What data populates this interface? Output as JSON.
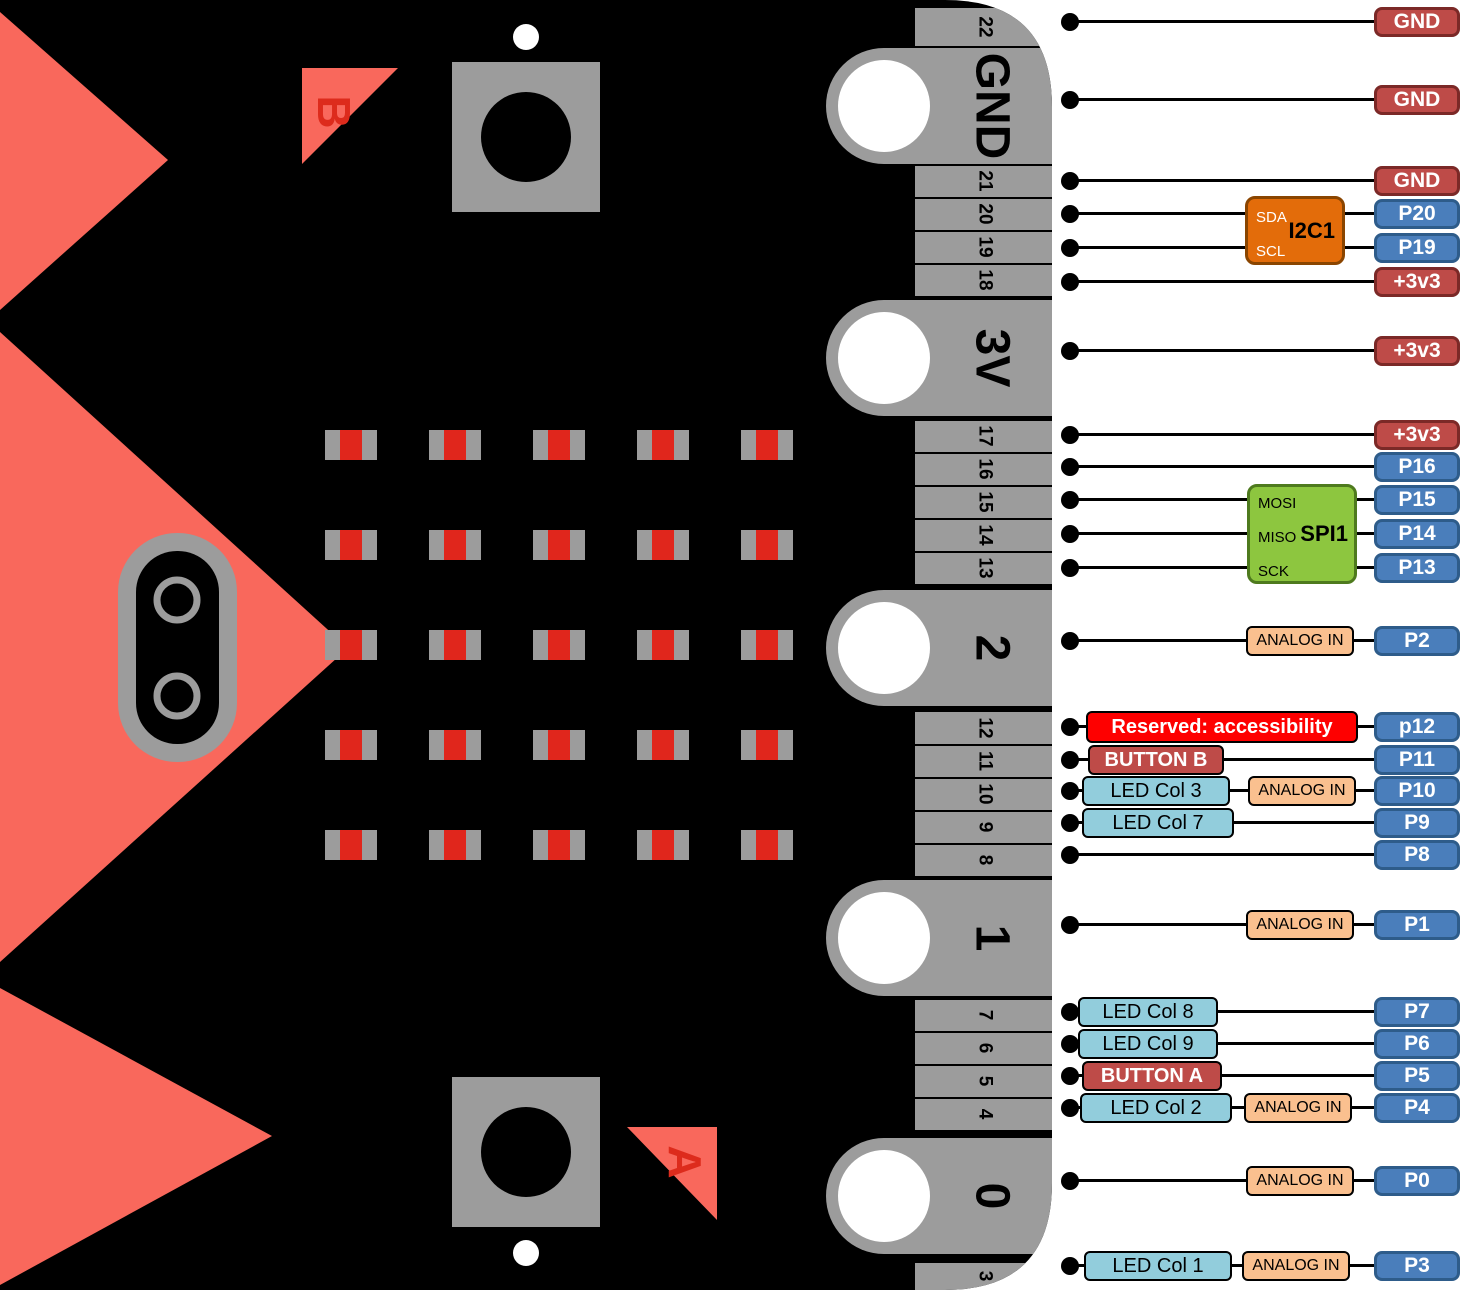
{
  "board": {
    "button_b_label": "B",
    "button_a_label": "A",
    "edge_pads": [
      {
        "label": "GND"
      },
      {
        "label": "3V"
      },
      {
        "label": "2"
      },
      {
        "label": "1"
      },
      {
        "label": "0"
      }
    ],
    "pin_strip_numbers": [
      "22",
      "21",
      "20",
      "19",
      "18",
      "17",
      "16",
      "15",
      "14",
      "13",
      "12",
      "11",
      "10",
      "9",
      "8",
      "7",
      "6",
      "5",
      "4",
      "3"
    ]
  },
  "modules": {
    "i2c1": {
      "label": "I2C1",
      "sda": "SDA",
      "scl": "SCL"
    },
    "spi1": {
      "label": "SPI1",
      "mosi": "MOSI",
      "miso": "MISO",
      "sck": "SCK"
    }
  },
  "badges": {
    "analog_in": "ANALOG IN",
    "reserved": "Reserved: accessibility",
    "button_b": "BUTTON B",
    "button_a": "BUTTON A",
    "led_col_1": "LED Col 1",
    "led_col_2": "LED Col 2",
    "led_col_3": "LED Col 3",
    "led_col_7": "LED Col 7",
    "led_col_8": "LED Col 8",
    "led_col_9": "LED Col 9"
  },
  "pins": [
    {
      "label": "GND",
      "kind": "power"
    },
    {
      "label": "GND",
      "kind": "power"
    },
    {
      "label": "GND",
      "kind": "power"
    },
    {
      "label": "P20",
      "kind": "gpio"
    },
    {
      "label": "P19",
      "kind": "gpio"
    },
    {
      "label": "+3v3",
      "kind": "power"
    },
    {
      "label": "+3v3",
      "kind": "power"
    },
    {
      "label": "+3v3",
      "kind": "power"
    },
    {
      "label": "P16",
      "kind": "gpio"
    },
    {
      "label": "P15",
      "kind": "gpio"
    },
    {
      "label": "P14",
      "kind": "gpio"
    },
    {
      "label": "P13",
      "kind": "gpio"
    },
    {
      "label": "P2",
      "kind": "gpio"
    },
    {
      "label": "p12",
      "kind": "gpio"
    },
    {
      "label": "P11",
      "kind": "gpio"
    },
    {
      "label": "P10",
      "kind": "gpio"
    },
    {
      "label": "P9",
      "kind": "gpio"
    },
    {
      "label": "P8",
      "kind": "gpio"
    },
    {
      "label": "P1",
      "kind": "gpio"
    },
    {
      "label": "P7",
      "kind": "gpio"
    },
    {
      "label": "P6",
      "kind": "gpio"
    },
    {
      "label": "P5",
      "kind": "gpio"
    },
    {
      "label": "P4",
      "kind": "gpio"
    },
    {
      "label": "P0",
      "kind": "gpio"
    },
    {
      "label": "P3",
      "kind": "gpio"
    }
  ],
  "colors": {
    "board": "#000000",
    "accent_coral": "#F9685C",
    "pad_gray": "#9C9C9C",
    "led_red": "#E0261C",
    "pin_gpio": "#4A7EBB",
    "pin_power": "#BE4B48",
    "analog_badge": "#FAC08F",
    "led_badge": "#92CDDC",
    "reserved_badge": "#FE0000",
    "i2c_module": "#E36C0A",
    "spi_module": "#8DC63F"
  }
}
